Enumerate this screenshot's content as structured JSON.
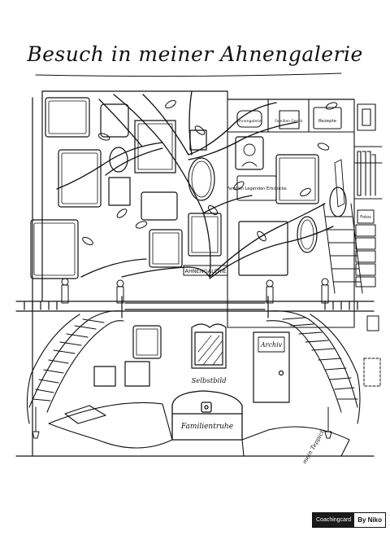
{
  "title": "Besuch in meiner Ahnengalerie",
  "labels": {
    "ahnengalerie_sign": "AHNENGALERIE",
    "selbstbild": "Selbstbild",
    "archiv": "Archiv",
    "familientruhe": "Familientruhe",
    "carpet": "mein Teppich",
    "shelf_box": "Rezepte",
    "shelf_jar": "Ahnengalerie",
    "shelf_book": "Familien Gesch.",
    "book_title": "Familien Legenden Erbstücke",
    "small_box": "Fotos"
  },
  "brand": {
    "part1": "Coachingcard",
    "part2": "By Niko"
  }
}
